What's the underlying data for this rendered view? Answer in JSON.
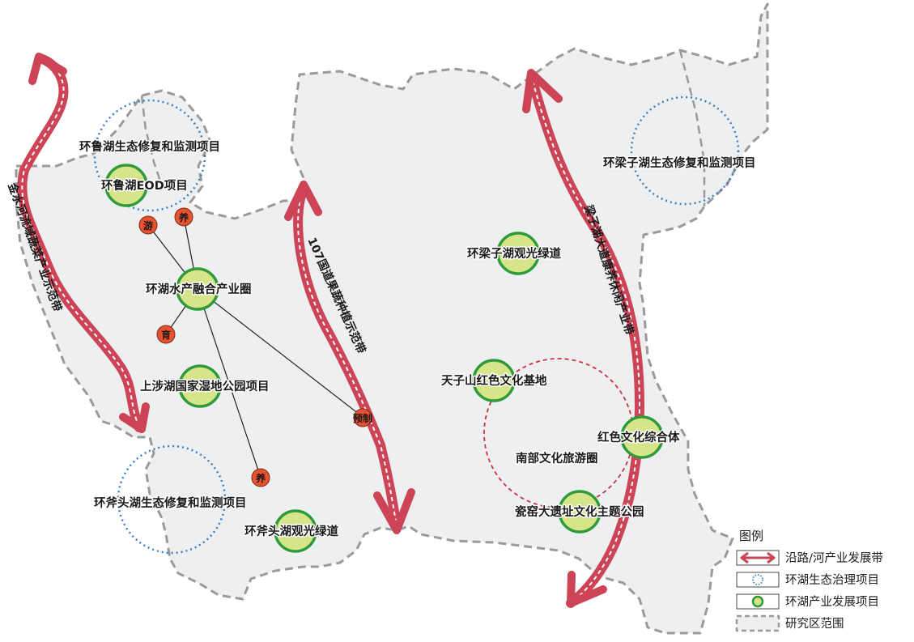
{
  "colors": {
    "region_fill": "#eeeff1",
    "boundary": "#9a9a9a",
    "belt": "#cc4455",
    "belt_dash": "#ffffff",
    "eco_circle": "#3a7fc0",
    "industry_fill": "#d6e58a",
    "industry_stroke": "#2e9a3a",
    "badge": "#e8522e",
    "cultural_circle": "#cc3344"
  },
  "labels": {
    "eco_lu": "环鲁湖生态修复和监测项目",
    "eco_liangzi": "环梁子湖生态修复和监测项目",
    "eco_futou": "环斧头湖生态修复和监测项目",
    "ind_lu_eod": "环鲁湖EOD项目",
    "ind_aquaculture": "环湖水产融合产业圈",
    "ind_shangshe": "上涉湖国家湿地公园项目",
    "ind_futou_greenway": "环斧头湖观光绿道",
    "ind_liangzi_greenway": "环梁子湖观光绿道",
    "ind_tianzishan": "天子山红色文化基地",
    "ind_red_complex": "红色文化综合体",
    "ind_kiln_park": "瓷窑大遗址文化主题公园",
    "cultural_circle": "南部文化旅游圈"
  },
  "badges": {
    "you": "游",
    "yang_top": "养",
    "yu": "育",
    "yang_bottom": "养",
    "processing": "预制"
  },
  "belts": {
    "jinshui": "金水河流域蔬菜产业示范带",
    "g107": "107国道果蔬种植示范带",
    "liangzi_avenue": "梁子湖大道康养休闲产业带"
  },
  "legend": {
    "title": "图例",
    "items": [
      {
        "icon": "belt-arrow-icon",
        "label": "沿路/河产业发展带"
      },
      {
        "icon": "dotted-circle-icon",
        "label": "环湖生态治理项目"
      },
      {
        "icon": "green-circle-icon",
        "label": "环湖产业发展项目"
      },
      {
        "icon": "dashed-boundary-icon",
        "label": "研究区范围"
      }
    ]
  }
}
